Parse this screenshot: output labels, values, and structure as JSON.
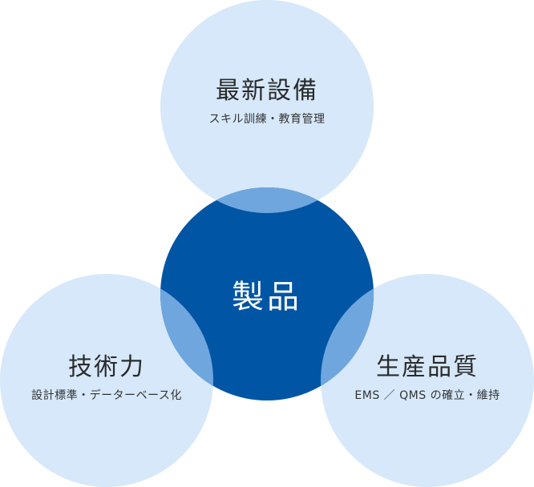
{
  "center": {
    "label": "製品"
  },
  "circles": {
    "top": {
      "title": "最新設備",
      "subtitle": "スキル訓練・教育管理"
    },
    "left": {
      "title": "技術力",
      "subtitle": "設計標準・データーベース化"
    },
    "right": {
      "title": "生産品質",
      "subtitle": "EMS ／ QMS の確立・維持"
    }
  },
  "colors": {
    "outer_circle": "#d6e8fa",
    "center_circle": "#0055a5",
    "overlap": "#6fa6de"
  }
}
